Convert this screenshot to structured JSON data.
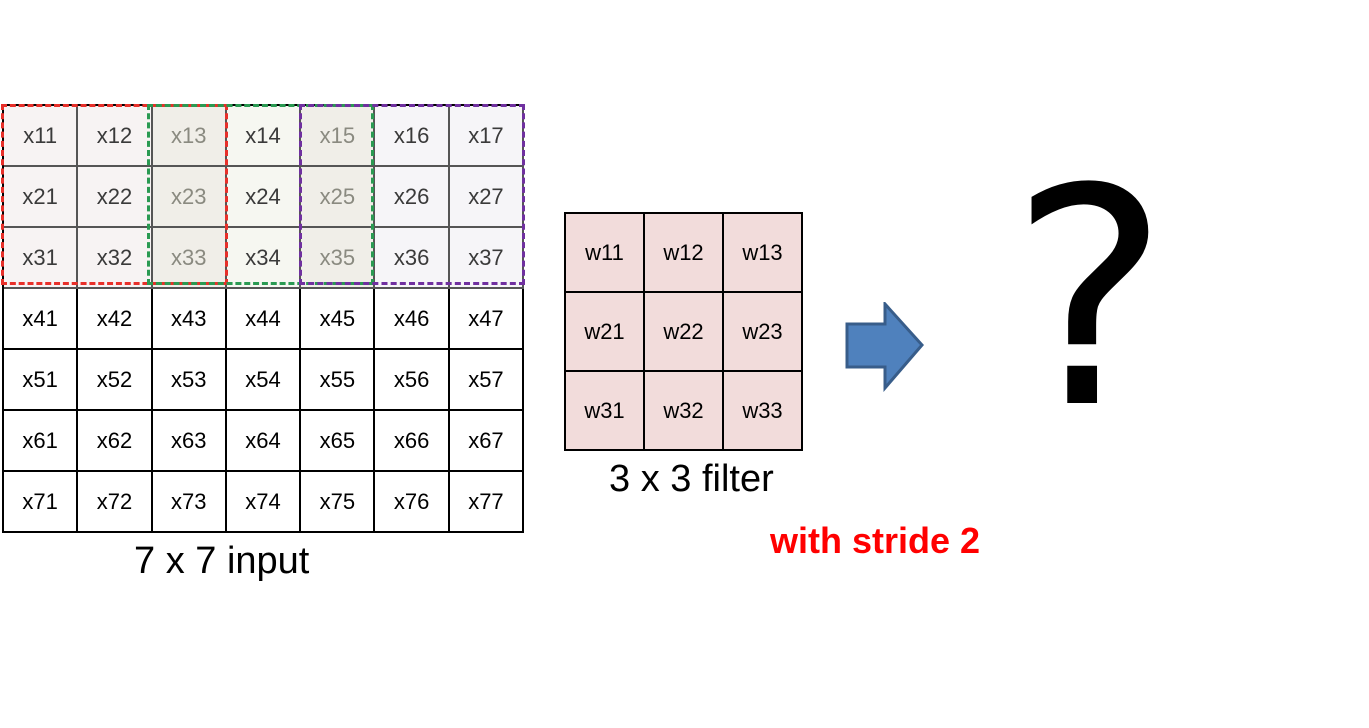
{
  "input": {
    "caption": "7 x 7 input",
    "cells": [
      [
        "x11",
        "x12",
        "x13",
        "x14",
        "x15",
        "x16",
        "x17"
      ],
      [
        "x21",
        "x22",
        "x23",
        "x24",
        "x25",
        "x26",
        "x27"
      ],
      [
        "x31",
        "x32",
        "x33",
        "x34",
        "x35",
        "x36",
        "x37"
      ],
      [
        "x41",
        "x42",
        "x43",
        "x44",
        "x45",
        "x46",
        "x47"
      ],
      [
        "x51",
        "x52",
        "x53",
        "x54",
        "x55",
        "x56",
        "x57"
      ],
      [
        "x61",
        "x62",
        "x63",
        "x64",
        "x65",
        "x66",
        "x67"
      ],
      [
        "x71",
        "x72",
        "x73",
        "x74",
        "x75",
        "x76",
        "x77"
      ]
    ]
  },
  "filter": {
    "caption": "3 x 3 filter",
    "cells": [
      [
        "w11",
        "w12",
        "w13"
      ],
      [
        "w21",
        "w22",
        "w23"
      ],
      [
        "w31",
        "w32",
        "w33"
      ]
    ],
    "fill_color": "#f2dcdb"
  },
  "stride_label": "with stride 2",
  "result_symbol": "?",
  "colors": {
    "window_1": "#e8302a",
    "window_2": "#2a9a52",
    "window_3": "#7030a0",
    "arrow": "#4f81bd",
    "stride_text": "#ff0000"
  },
  "arrow_icon": "right-arrow-icon"
}
